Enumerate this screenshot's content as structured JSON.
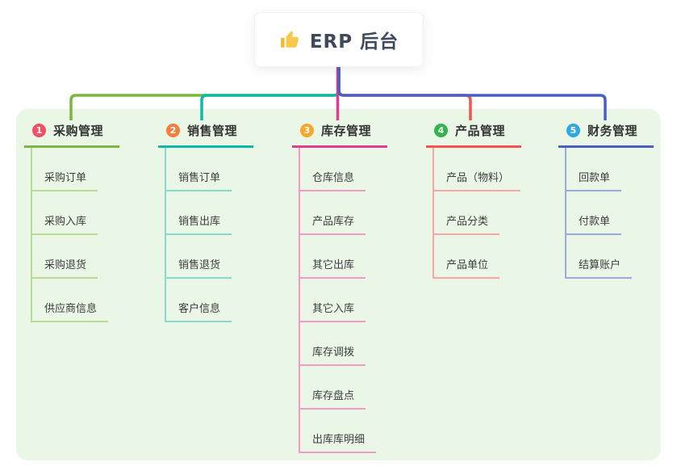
{
  "root": {
    "label": "ERP 后台",
    "icon": "thumbs-up-icon",
    "icon_color": "#f2b92d"
  },
  "canvas_background": "#ebf7e6",
  "branches": [
    {
      "num": "1",
      "label": "采购管理",
      "line_color": "#7db53f",
      "child_line_color": "#b9dc94",
      "badge_color": "#f05062",
      "children": [
        "采购订单",
        "采购入库",
        "采购退货",
        "供应商信息"
      ]
    },
    {
      "num": "2",
      "label": "销售管理",
      "line_color": "#10b9a6",
      "child_line_color": "#8ad9cd",
      "badge_color": "#f57d3d",
      "children": [
        "销售订单",
        "销售出库",
        "销售退货",
        "客户信息"
      ]
    },
    {
      "num": "3",
      "label": "库存管理",
      "line_color": "#de3d92",
      "child_line_color": "#f29bc9",
      "badge_color": "#f8a72e",
      "children": [
        "仓库信息",
        "产品库存",
        "其它出库",
        "其它入库",
        "库存调拨",
        "库存盘点",
        "出库库明细"
      ]
    },
    {
      "num": "4",
      "label": "产品管理",
      "line_color": "#f75353",
      "child_line_color": "#fba5a2",
      "badge_color": "#32b44e",
      "children": [
        "产品（物料）",
        "产品分类",
        "产品单位"
      ]
    },
    {
      "num": "5",
      "label": "财务管理",
      "line_color": "#4a5fc4",
      "child_line_color": "#9aabdf",
      "badge_color": "#2fa8e4",
      "children": [
        "回款单",
        "付款单",
        "结算账户"
      ]
    }
  ]
}
